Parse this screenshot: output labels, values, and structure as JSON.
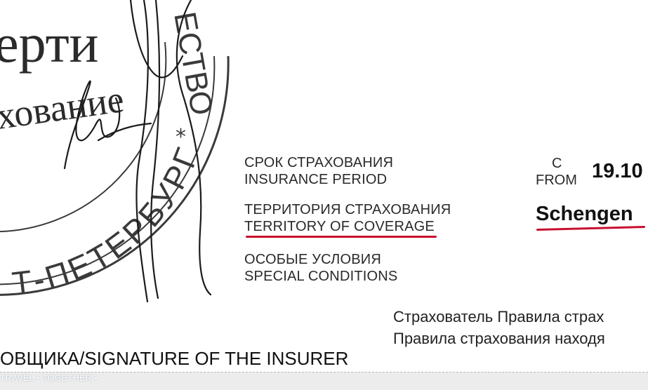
{
  "stamp": {
    "line1": "ерти",
    "line2": "хование",
    "ring_text": "Т-ПЕТЕРБУРГ",
    "ring_text2": "ЕСТВО",
    "star": "*"
  },
  "insurance_period": {
    "label_ru": "СРОК СТРАХОВАНИЯ",
    "label_en": "INSURANCE PERIOD"
  },
  "from": {
    "ru": "С",
    "en": "FROM",
    "date": "19.10"
  },
  "territory": {
    "label_ru": "ТЕРРИТОРИЯ СТРАХОВАНИЯ",
    "label_en": "TERRITORY OF COVERAGE",
    "value": "Schengen"
  },
  "special": {
    "label_ru": "ОСОБЫЕ УСЛОВИЯ",
    "label_en": "SPECIAL CONDITIONS"
  },
  "rules": {
    "line1": "Страхователь Правила страх",
    "line2": "Правила страхования находя"
  },
  "signature": {
    "text": "ОВЩИКА/SIGNATURE OF THE INSURER"
  },
  "watermark": "TRAVEL • TOGETHER •",
  "colors": {
    "underline": "#c8102e",
    "stamp_ink": "#3a3a3a"
  }
}
